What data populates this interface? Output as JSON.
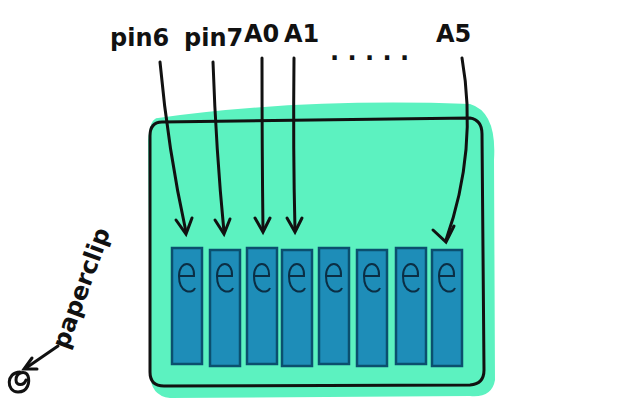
{
  "diagram": {
    "labels": [
      "pin6",
      "pin7",
      "A0",
      "A1",
      ". . . . .",
      "A5",
      "paperclip"
    ]
  }
}
